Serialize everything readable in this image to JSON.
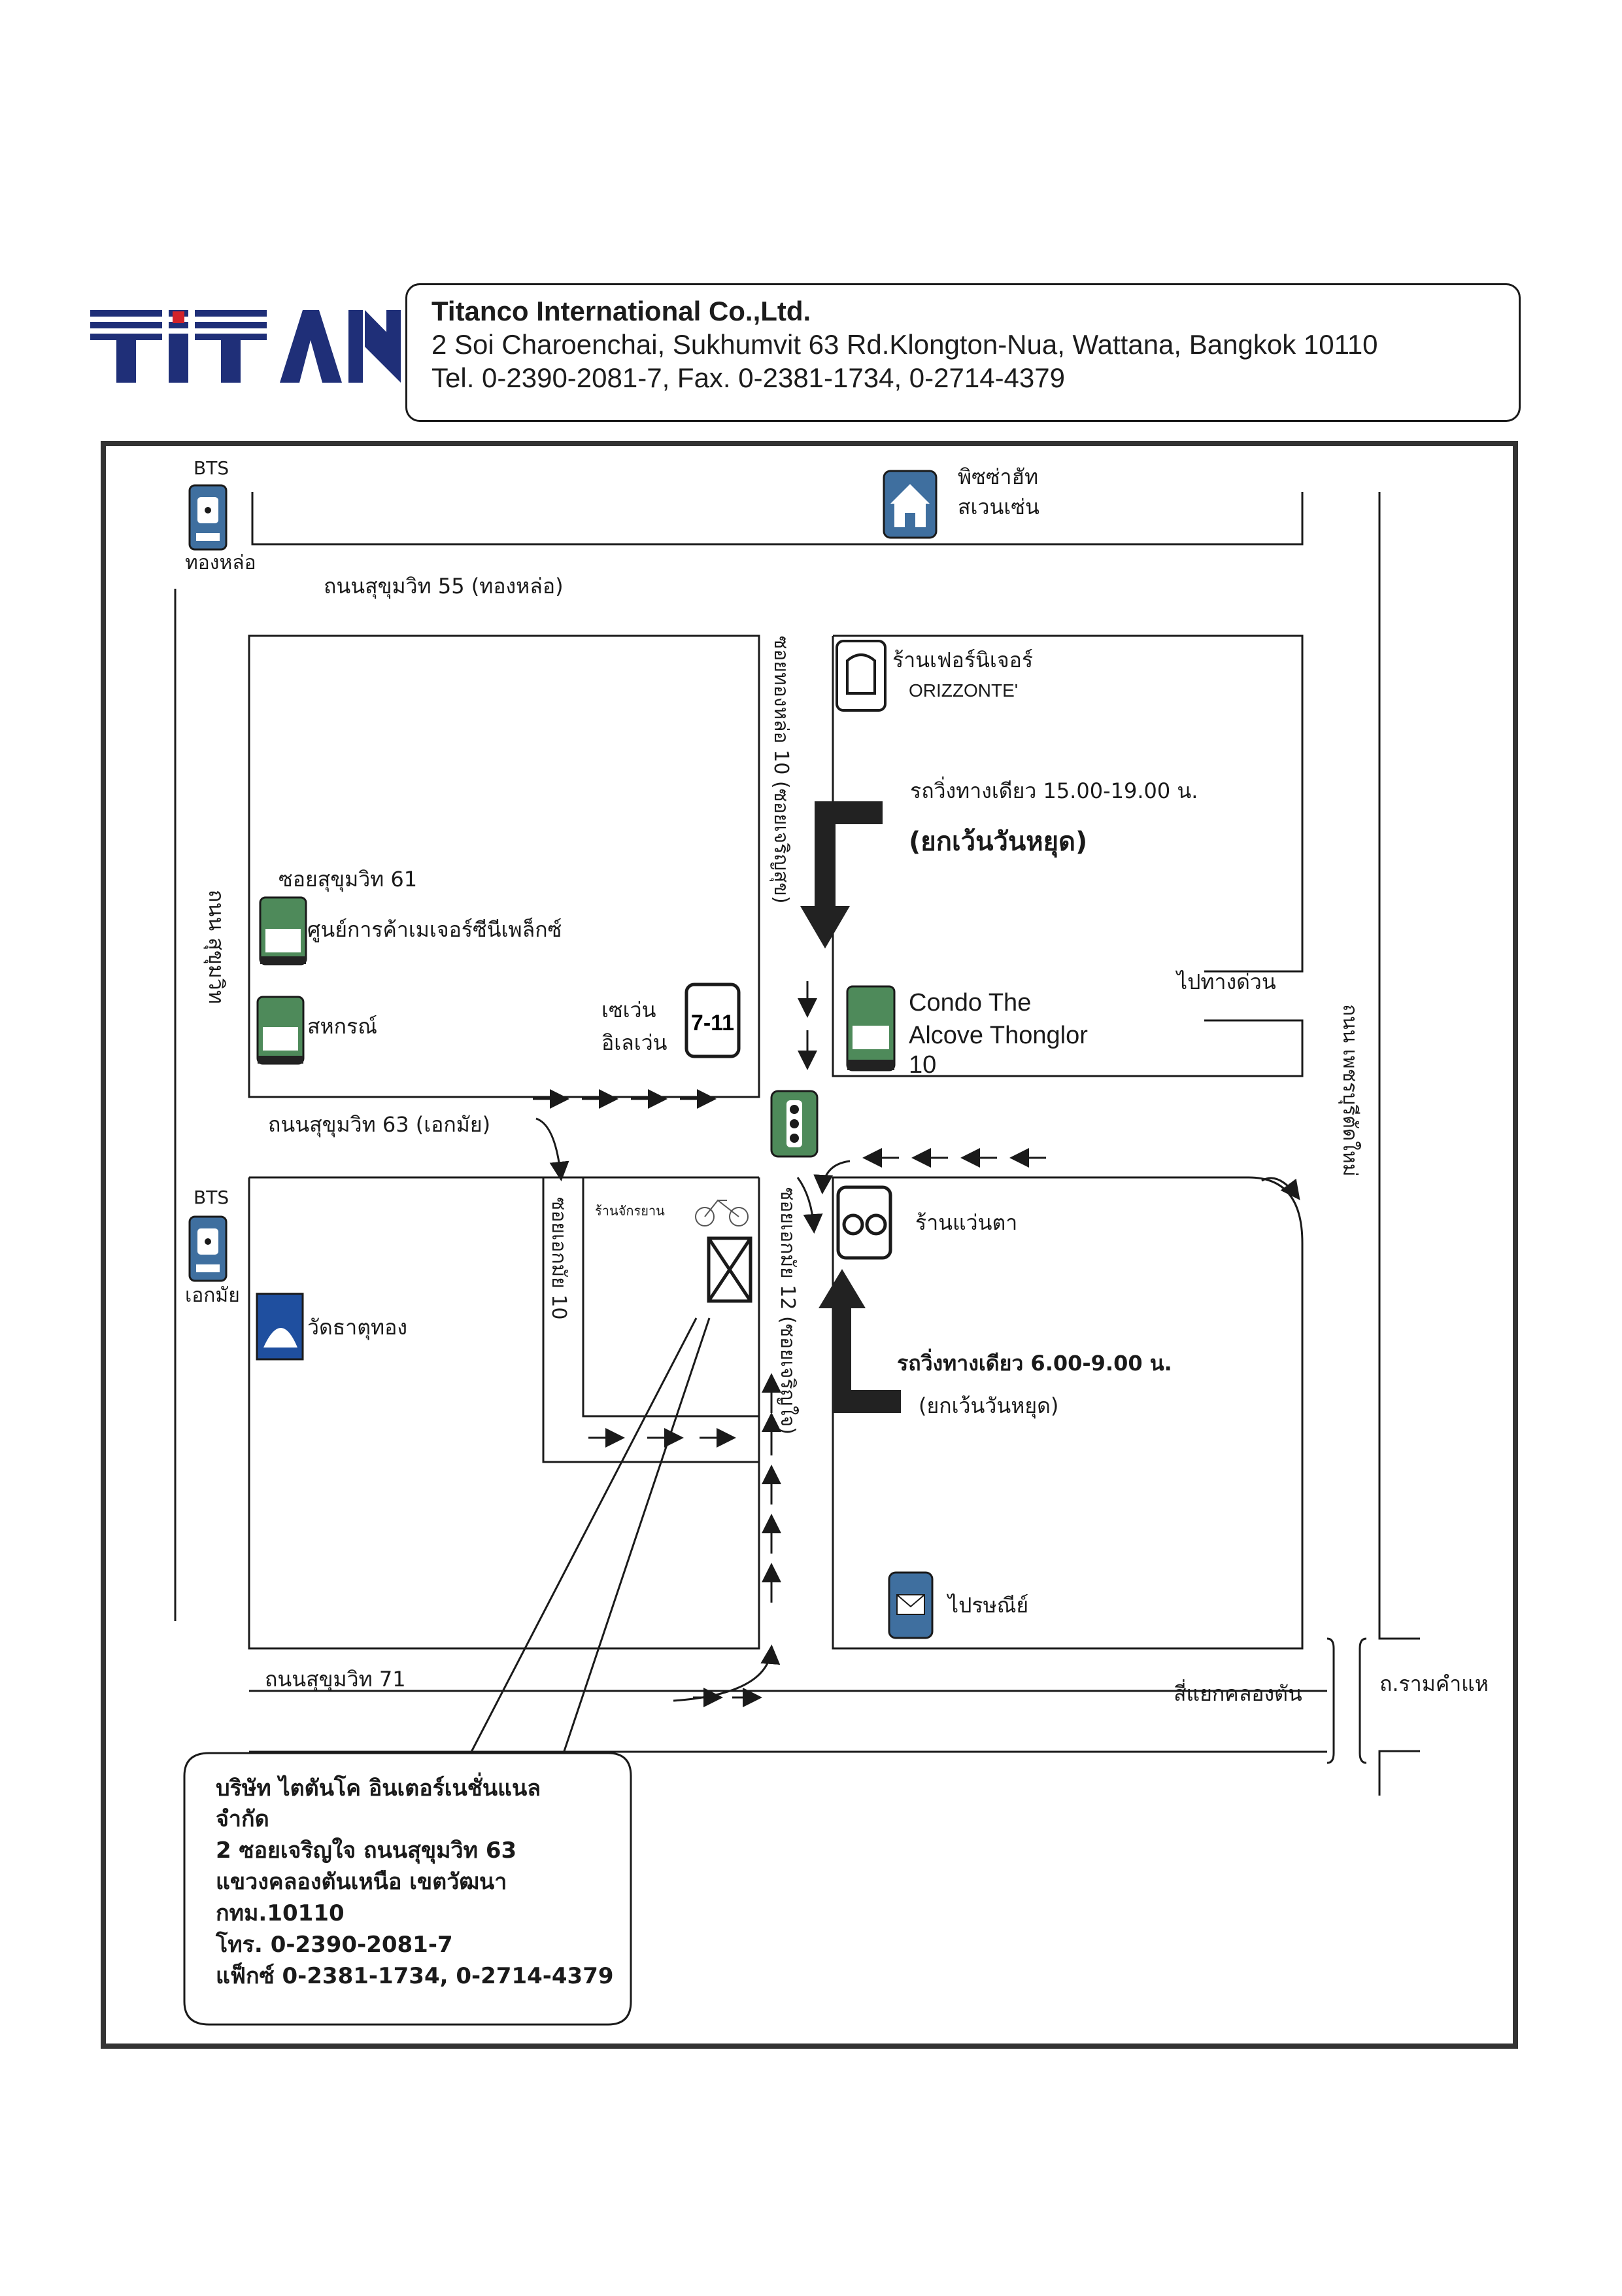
{
  "header": {
    "logo_text": "TITAN",
    "company": "Titanco International Co.,Ltd.",
    "address": "2  Soi Charoenchai, Sukhumvit 63 Rd.Klongton-Nua, Wattana, Bangkok 10110",
    "contact": "Tel. 0-2390-2081-7,    Fax. 0-2381-1734, 0-2714-4379"
  },
  "colors": {
    "ink": "#1a1a1a",
    "logo_blue": "#1f2f78",
    "logo_red": "#d2232a",
    "icon_fill": "#3f6f9f",
    "icon_green": "#4e8a5a"
  },
  "icons": {
    "bts_top": {
      "name": "train-icon",
      "label": "BTS",
      "station": "ทองหล่อ"
    },
    "bts_bottom": {
      "name": "train-icon",
      "label": "BTS",
      "station": "เอกมัย"
    },
    "pizza": {
      "name": "house-icon"
    },
    "furniture": {
      "name": "armchair-icon"
    },
    "mall": {
      "name": "shop-icon"
    },
    "coop": {
      "name": "shop-icon"
    },
    "seven": {
      "name": "seven-eleven-icon",
      "text": "7-11"
    },
    "traffic": {
      "name": "traffic-light-icon"
    },
    "optical": {
      "name": "glasses-icon"
    },
    "temple": {
      "name": "temple-icon"
    },
    "office": {
      "name": "building-marker-icon"
    },
    "post": {
      "name": "mail-icon"
    },
    "bike": {
      "name": "bicycle-icon"
    },
    "condo": {
      "name": "condo-icon"
    }
  },
  "labels": {
    "sukhumvit55": "ถนนสุขุมวิท 55  (ทองหล่อ)",
    "pizza": [
      "พิซซ่าฮัท",
      "สเวนเซ่น"
    ],
    "furniture": [
      "ร้านเฟอร์นิเจอร์",
      "ORIZZONTE'"
    ],
    "oneway_pm": "รถวิ่งทางเดียว 15.00-19.00 น.",
    "holiday_pm": "(ยกเว้นวันหยุด)",
    "soi61": "ซอยสุขุมวิท 61",
    "mall": "ศูนย์การค้าเมเจอร์ซีนีเพล็กซ์",
    "coop": "สหกรณ์",
    "seven": [
      "เซเว่น",
      "อิเลเว่น"
    ],
    "condo": [
      "Condo The",
      "Alcove Thonglor",
      "10"
    ],
    "expressway": "ไปทางด่วน",
    "sukhumvit63": "ถนนสุขุมวิท 63  (เอกมัย)",
    "bike_shop": "ร้านจักรยาน",
    "optical": "ร้านแว่นตา",
    "temple": "วัดธาตุทอง",
    "oneway_am": "รถวิ่งทางเดียว 6.00-9.00 น.",
    "holiday_am": "(ยกเว้นวันหยุด)",
    "post": "ไปรษณีย์",
    "sukhumvit71": "ถนนสุขุมวิท 71",
    "klongton": "สี่แยกคลองตัน",
    "ramkhamhaeng": "ถ.รามคำแห",
    "soi_thonglor10": "ซอยทองหล่อ 10 (ซอยเจริญสุข)",
    "soi_ekkamai10": "ซอยเอกมัย 10",
    "soi_ekkamai12": "ซอยเอกมัย 12  (ซอยเจริญใจ)",
    "road_sukhumvit": "ถนน สุขุมวิท",
    "road_petchaburi": "ถนน เพชรบุรีตัดใหม่"
  },
  "callout": {
    "lines": [
      "บริษัท ไตตันโค อินเตอร์เนชั่นแนล",
      "จำกัด",
      "2 ซอยเจริญใจ ถนนสุขุมวิท 63",
      "แขวงคลองตันเหนือ เขตวัฒนา",
      "กทม.10110",
      "โทร. 0-2390-2081-7",
      "แฟ็กซ์ 0-2381-1734, 0-2714-4379"
    ]
  }
}
